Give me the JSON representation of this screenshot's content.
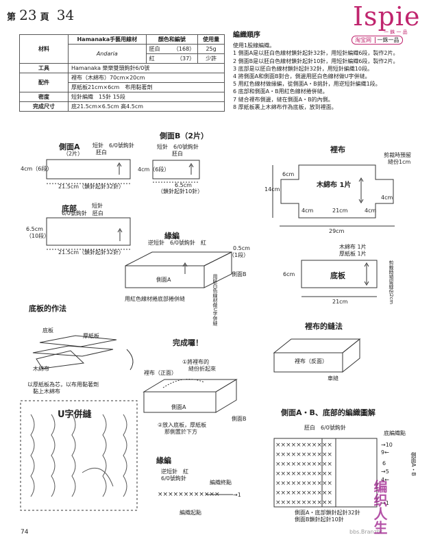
{
  "header": {
    "page_prefix": "第",
    "page_num": "23",
    "page_suffix": "頁",
    "item_num": "34"
  },
  "brand": {
    "name": "Ispie",
    "sub": "一 銖 一 品",
    "shop": "淘宝网",
    "shop_name": "一銖一品"
  },
  "materials": {
    "label_material": "材料",
    "label_tools": "工具",
    "label_parts": "配件",
    "label_density": "密度",
    "label_size": "完成尺寸",
    "col_yarn": "Hamanaka手藝用線材",
    "col_color": "顏色和編號",
    "col_amount": "使用量",
    "yarn_name": "Andaria",
    "color1": "胚白",
    "code1": "（168）",
    "amount1": "25g",
    "color2": "紅",
    "code2": "（37）",
    "amount2": "少許",
    "tools": "Hamanaka 樂樂雙頭鉤針6/0號",
    "parts1": "裡布（木綿布）70cm×20cm",
    "parts2": "厚紙板21cm×6cm　布用黏著劑",
    "density": "短針編織　15針 15段",
    "size": "底21.5cm×6.5cm  高4.5cm"
  },
  "steps": {
    "title": "編織順序",
    "intro": "使用1股線編織。",
    "items": [
      "1 側面A是以胚白色線材鎖針起針32針，用短針編織6段，製作2片。",
      "2 側面B是以胚白色線材鎖針起針10針，用短針編織6段，製作2片。",
      "3 底部是以胚白色線材鎖針起針32針，用短針編織10段。",
      "4 將側面A和側面B對合，側邊用胚白色線材做U字併縫。",
      "5 用紅色線材做緣編，從側面A・B挑針，用逆短針編織1段。",
      "6 底部和側面A・B用紅色線材捲併縫。",
      "7 縫合裡布側邊，縫在側面A・B的內側。",
      "8 厚紙板裹上木綿布作為底板，放到裡面。"
    ]
  },
  "diagrams": {
    "sideA_title": "側面A",
    "sideA_qty": "（2片）",
    "sideA_hook": "短針　6/0號鉤針",
    "sideA_color": "胚白",
    "sideA_h": "4cm（6段）",
    "sideA_w": "21.5cm（鎖針起針32針）",
    "sideB_title": "側面B（2片）",
    "sideB_hook": "短針　6/0號鉤針",
    "sideB_color": "胚白",
    "sideB_h": "4cm（6段）",
    "sideB_w": "6.5cm",
    "sideB_w2": "（鎖針起針10針）",
    "bottom_title": "底部",
    "bottom_hook1": "短針",
    "bottom_hook2": "6/0號鉤針　胚白",
    "bottom_h": "6.5cm",
    "bottom_h2": "（10段）",
    "bottom_w": "21.5cm（鎖針起針32針）",
    "edge_title": "緣編",
    "edge_desc": "逆短針　6/0號鉤針　紅",
    "edge_h": "0.5cm",
    "edge_h2": "（1段）",
    "edge_sideA": "側面A",
    "edge_sideB": "側面B",
    "edge_join": "用紅色線材捲底部捲併縫",
    "edge_u": "用胚白色線材做U字併縫",
    "lining_title": "裡布",
    "lining_cut": "剪裁時預留",
    "lining_cut2": "縫份1cm",
    "lining_cloth": "木綿布 1片",
    "lining_14": "14cm",
    "lining_6": "6cm",
    "lining_4a": "4cm",
    "lining_21": "21cm",
    "lining_4b": "4cm",
    "lining_4c": "4cm",
    "lining_29": "29cm",
    "board_l1": "木綿布 1片",
    "board_l2": "厚紙板 1片",
    "board_title": "底板",
    "board_6": "6cm",
    "board_21": "21cm",
    "board_note": "剪裁時預留縫份2cm",
    "base_title": "底板的作法",
    "base_board": "底板",
    "base_paper": "厚紙板",
    "base_cloth": "木綿布",
    "base_note1": "以厚紙板為芯，以布用黏著劑",
    "base_note2": "黏上木綿布",
    "done_title": "完成囉！",
    "done_lining": "裡布（正面）",
    "done_note1": "①將裡布的",
    "done_note2": "縫份折起來",
    "done_sideA": "側面A",
    "done_sideB": "側面B",
    "done_note3": "②放入底板，厚紙板",
    "done_note4": "那側置於下方",
    "sew_title": "裡布的縫法",
    "sew_back": "裡布（反面）",
    "sew_seam": "車縫",
    "u_title": "U字併縫",
    "edge2_title": "緣編",
    "edge2_l1": "逆短針　紅",
    "edge2_l2": "6/0號鉤針",
    "edge2_end": "編織終點",
    "edge2_start": "編織起點",
    "edge2_row": "→1",
    "chart_title": "側面A・B、底部的編織圖解",
    "chart_color": "胚白　6/0號鉤針",
    "chart_end": "底編織點",
    "chart_r10": "→10",
    "chart_r9": "9←",
    "chart_r6": "6",
    "chart_r5": "→5",
    "chart_r4": "4←",
    "chart_r1": "→1",
    "chart_startA": "側面A・底部鎖針起針32針",
    "chart_startB": "側面B鎖針起針10針",
    "chart_side_note": "側面A・B"
  },
  "footer": {
    "page": "74",
    "watermark": "bbs.Branzbr",
    "stamp": "编织人生"
  }
}
